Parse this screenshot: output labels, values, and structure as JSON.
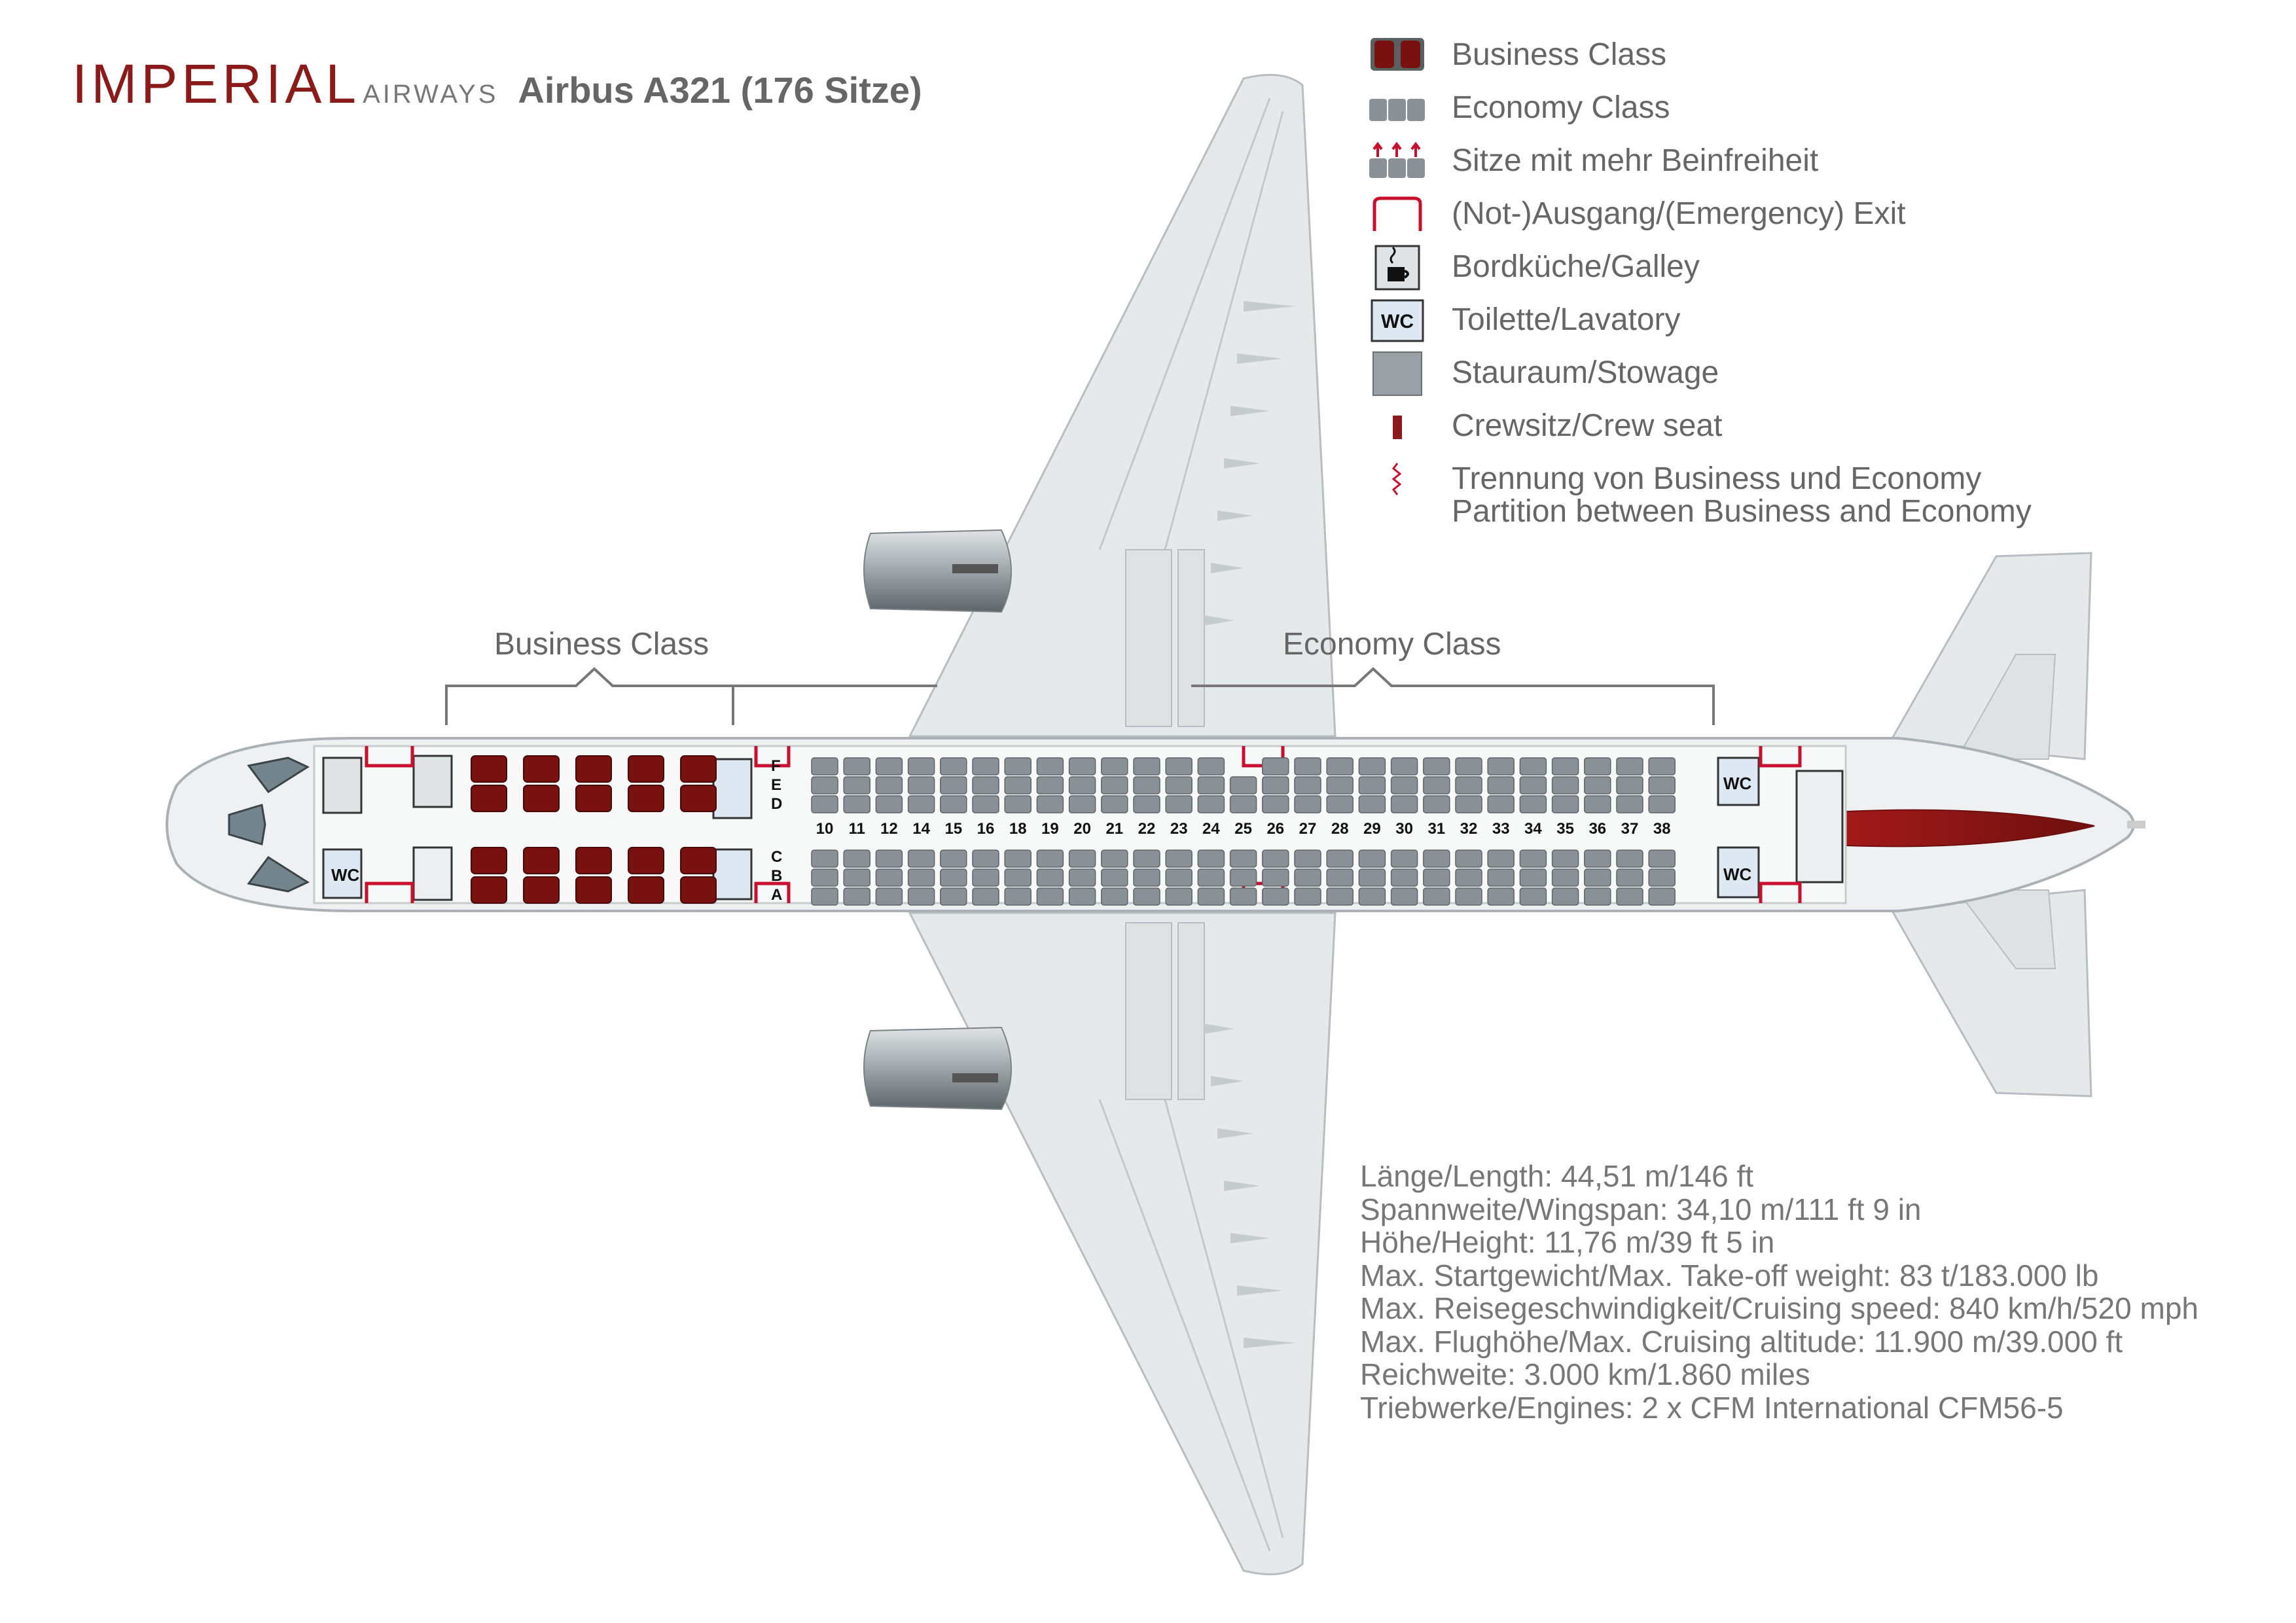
{
  "header": {
    "brand_main": "IMPERIAL",
    "brand_sub": "AIRWAYS",
    "model": "Airbus A321 (176 Sitze)"
  },
  "legend": [
    {
      "label": "Business Class",
      "icon": "business-seat-icon"
    },
    {
      "label": "Economy Class",
      "icon": "economy-seat-icon"
    },
    {
      "label": "Sitze mit mehr Beinfreiheit",
      "icon": "legroom-seat-icon"
    },
    {
      "label": "(Not-)Ausgang/(Emergency) Exit",
      "icon": "exit-icon"
    },
    {
      "label": "Bordküche/Galley",
      "icon": "galley-icon"
    },
    {
      "label": "Toilette/Lavatory",
      "icon": "lavatory-icon"
    },
    {
      "label": "Stauraum/Stowage",
      "icon": "stowage-icon"
    },
    {
      "label": "Crewsitz/Crew seat",
      "icon": "crew-seat-icon"
    },
    {
      "label": "Trennung von Business und Economy",
      "label2": "Partition between Business and Economy",
      "icon": "partition-icon"
    }
  ],
  "cabin": {
    "business_label": "Business Class",
    "economy_label": "Economy Class",
    "wc_label": "WC",
    "letters_upper": [
      "F",
      "E",
      "D"
    ],
    "letters_lower": [
      "C",
      "B",
      "A"
    ],
    "rows": [
      "10",
      "11",
      "12",
      "14",
      "15",
      "16",
      "18",
      "19",
      "20",
      "21",
      "22",
      "23",
      "24",
      "25",
      "26",
      "27",
      "28",
      "29",
      "30",
      "31",
      "32",
      "33",
      "34",
      "35",
      "36",
      "37",
      "38"
    ]
  },
  "specs": [
    "Länge/Length: 44,51 m/146 ft",
    "Spannweite/Wingspan: 34,10 m/111 ft 9 in",
    "Höhe/Height: 11,76 m/39 ft 5 in",
    "Max. Startgewicht/Max. Take-off weight: 83 t/183.000 lb",
    "Max. Reisegeschwindigkeit/Cruising speed: 840 km/h/520 mph",
    "Max. Flughöhe/Max. Cruising altitude: 11.900 m/39.000 ft",
    "Reichweite: 3.000 km/1.860 miles",
    "Triebwerke/Engines: 2 x CFM International CFM56-5"
  ],
  "colors": {
    "brand_red": "#8b1a1a",
    "exit_red": "#c8102e",
    "economy_seat": "#8a9196",
    "stowage": "#9aa1a6",
    "fuselage": "#eef0f1",
    "lavatory_fill": "#dde8f3"
  }
}
